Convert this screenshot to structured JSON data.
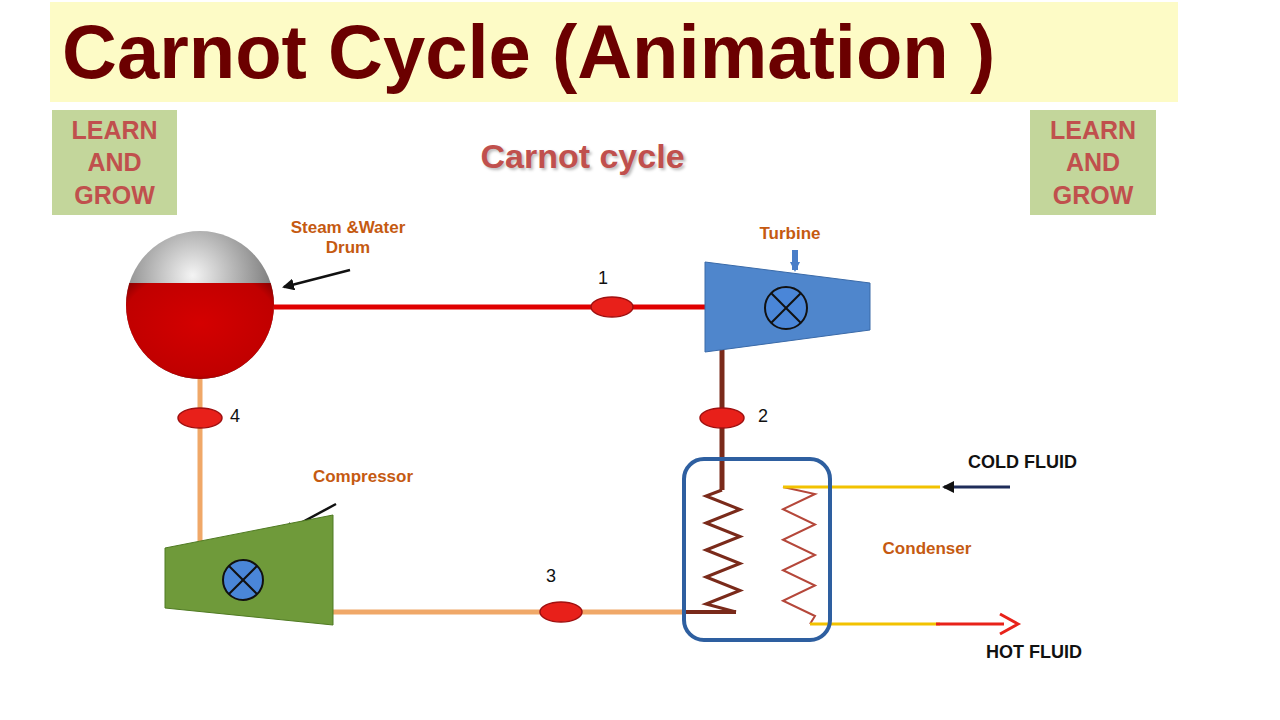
{
  "diagram": {
    "title": "Carnot Cycle (Animation )",
    "nodes": [
      {
        "text": [
          "Steam &Water Drum"
        ]
      },
      {
        "text": [
          "Turbine"
        ]
      },
      {
        "text": [
          "Condenser"
        ]
      },
      {
        "text": [
          "Compressor"
        ]
      }
    ],
    "edges": [
      {
        "from": 0,
        "to": 1,
        "arrow": "none",
        "label": "1"
      },
      {
        "from": 1,
        "to": 2,
        "arrow": "none",
        "label": "2"
      },
      {
        "from": 2,
        "to": 3,
        "arrow": "none",
        "label": "3"
      },
      {
        "from": 3,
        "to": 0,
        "arrow": "none",
        "label": "4"
      }
    ],
    "labels": [
      "Carnot cycle",
      "LEARN AND GROW",
      "LEARN AND GROW",
      "COLD FLUID",
      "HOT FLUID"
    ]
  }
}
